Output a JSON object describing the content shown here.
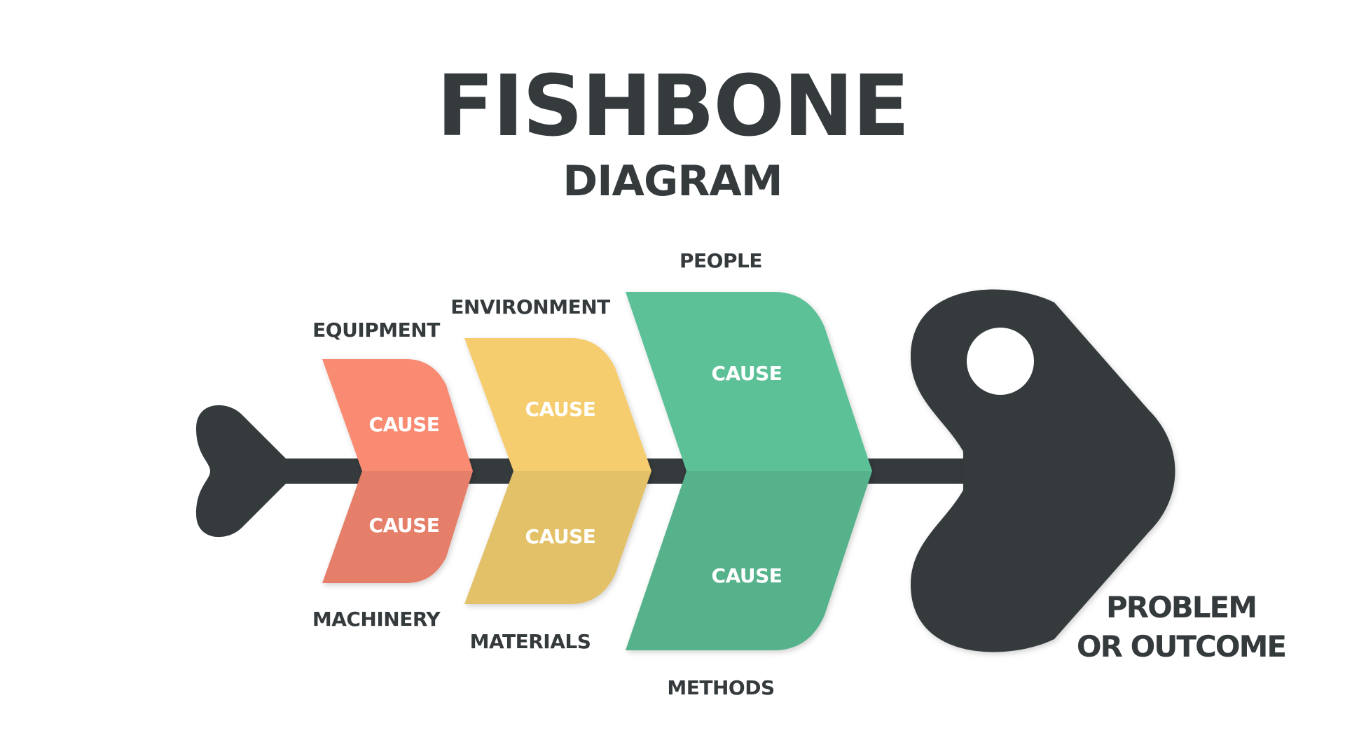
{
  "title": "FISHBONE",
  "subtitle": "DIAGRAM",
  "categories": {
    "equipment": "EQUIPMENT",
    "machinery": "MACHINERY",
    "environment": "ENVIRONMENT",
    "materials": "MATERIALS",
    "people": "PEOPLE",
    "methods": "METHODS"
  },
  "cause_label": "CAUSE",
  "problem": {
    "line1": "PROBLEM",
    "line2": "OR OUTCOME"
  },
  "colors": {
    "dark": "#353a3d",
    "red_top": "#f98b72",
    "red_bottom": "#e57f69",
    "yellow_top": "#f5cd6e",
    "yellow_bottom": "#e3c167",
    "green_top": "#5cc197",
    "green_bottom": "#56b28b"
  }
}
